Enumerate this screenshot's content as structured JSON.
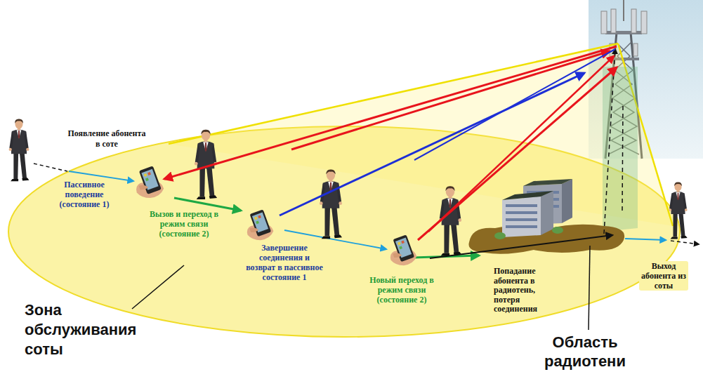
{
  "diagram": {
    "labels": [
      "Появление абонента в соте",
      "Пассивное поведение (состояние 1)",
      "Вызов и переход в режим связи (состояние 2)",
      "Завершение соединения и возврат в пассивное состояние 1",
      "Новый переход в режим связи (состояние 2)",
      "Попадание абонента в радиотень, потеря соединения",
      "Выход абонента из соты",
      "Зона обслуживания соты",
      "Область радиотени"
    ]
  }
}
